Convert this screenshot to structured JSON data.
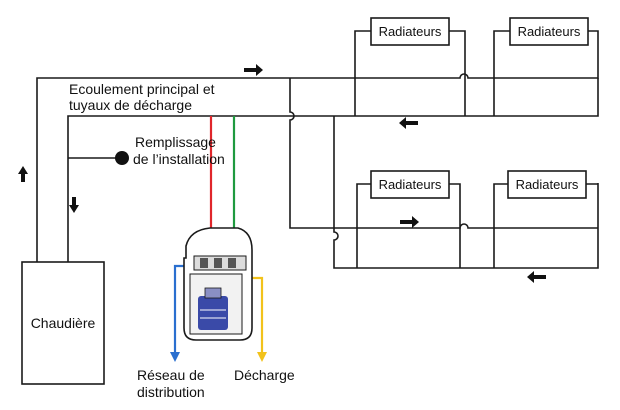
{
  "labels": {
    "main_flow": [
      "Ecoulement principal et",
      "tuyaux de décharge"
    ],
    "filling": [
      "Remplissage",
      "de l’installation"
    ],
    "boiler": "Chaudière",
    "distribution": [
      "Réseau de",
      "distribution"
    ],
    "discharge": "Décharge"
  },
  "radiators": [
    "Radiateurs",
    "Radiateurs",
    "Radiateurs",
    "Radiateurs"
  ],
  "colors": {
    "pipe": "#1a1a1a",
    "hot": "#e0262b",
    "return_green": "#1f9a3f",
    "distribution_blue": "#2a6fcf",
    "discharge_yellow": "#f2c21b",
    "unit_body": "#ffffff",
    "pump_blue": "#3a4aa8"
  },
  "icons": {
    "flow_arrow": "arrow-icon",
    "fill_point": "filled-circle-icon"
  }
}
